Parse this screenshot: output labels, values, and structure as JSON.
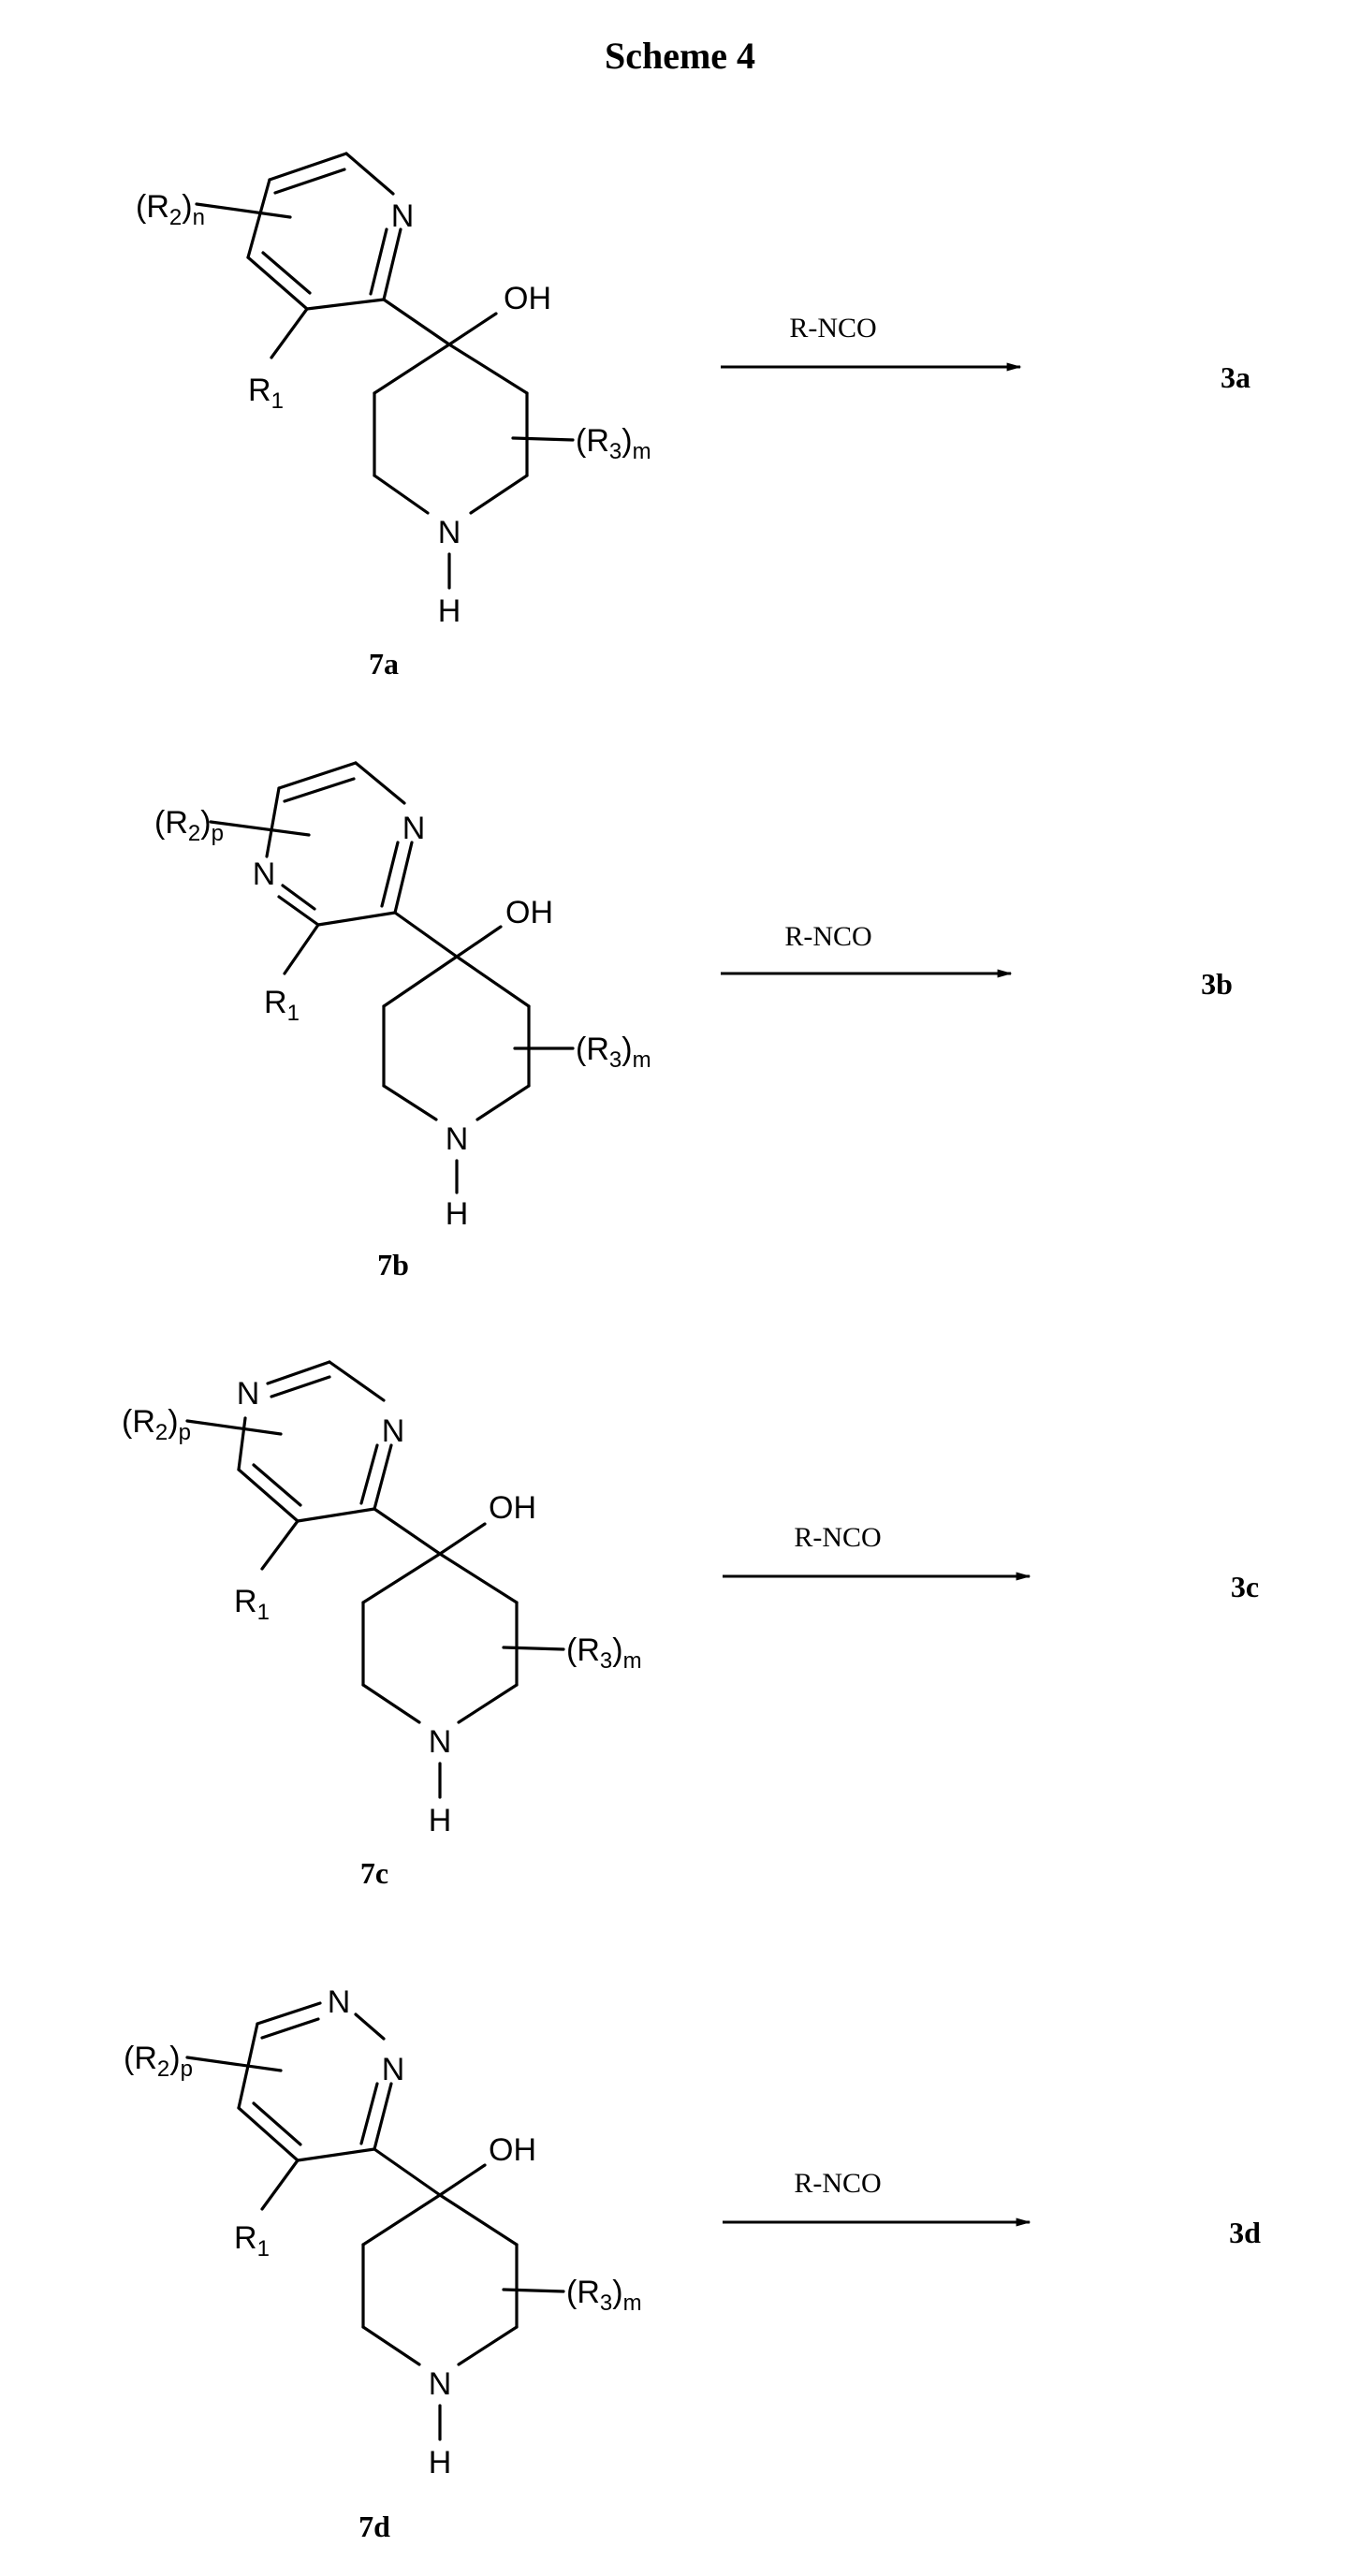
{
  "scheme_title": "Scheme 4",
  "reactions": [
    {
      "reactant_label": "7a",
      "reagent": "R-NCO",
      "product_label": "3a",
      "ring_type": "pyridine",
      "atoms": {
        "n_ring": "N",
        "oh": "OH",
        "nh_n": "N",
        "nh_h": "H"
      },
      "substituents": {
        "r2": {
          "base": "(R",
          "sub1": "2",
          "close": ")",
          "sub2": "n"
        },
        "r1": {
          "base": "R",
          "sub": "1"
        },
        "r3": {
          "base": "(R",
          "sub1": "3",
          "close": ")",
          "sub2": "m"
        }
      }
    },
    {
      "reactant_label": "7b",
      "reagent": "R-NCO",
      "product_label": "3b",
      "ring_type": "pyrazine",
      "atoms": {
        "n_ring": "N",
        "n_ring2": "N",
        "oh": "OH",
        "nh_n": "N",
        "nh_h": "H"
      },
      "substituents": {
        "r2": {
          "base": "(R",
          "sub1": "2",
          "close": ")",
          "sub2": "p"
        },
        "r1": {
          "base": "R",
          "sub": "1"
        },
        "r3": {
          "base": "(R",
          "sub1": "3",
          "close": ")",
          "sub2": "m"
        }
      }
    },
    {
      "reactant_label": "7c",
      "reagent": "R-NCO",
      "product_label": "3c",
      "ring_type": "pyrimidine",
      "atoms": {
        "n_ring": "N",
        "n_ring2": "N",
        "oh": "OH",
        "nh_n": "N",
        "nh_h": "H"
      },
      "substituents": {
        "r2": {
          "base": "(R",
          "sub1": "2",
          "close": ")",
          "sub2": "p"
        },
        "r1": {
          "base": "R",
          "sub": "1"
        },
        "r3": {
          "base": "(R",
          "sub1": "3",
          "close": ")",
          "sub2": "m"
        }
      }
    },
    {
      "reactant_label": "7d",
      "reagent": "R-NCO",
      "product_label": "3d",
      "ring_type": "pyridazine",
      "atoms": {
        "n_ring": "N",
        "n_ring2": "N",
        "oh": "OH",
        "nh_n": "N",
        "nh_h": "H"
      },
      "substituents": {
        "r2": {
          "base": "(R",
          "sub1": "2",
          "close": ")",
          "sub2": "p"
        },
        "r1": {
          "base": "R",
          "sub": "1"
        },
        "r3": {
          "base": "(R",
          "sub1": "3",
          "close": ")",
          "sub2": "m"
        }
      }
    }
  ]
}
